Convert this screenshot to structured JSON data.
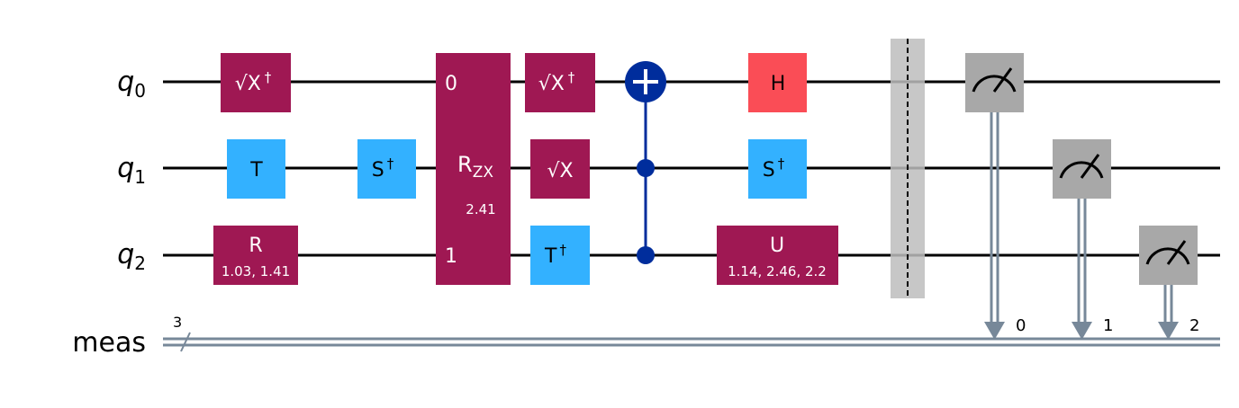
{
  "wires": {
    "q0": {
      "name": "q",
      "sub": "0"
    },
    "q1": {
      "name": "q",
      "sub": "1"
    },
    "q2": {
      "name": "q",
      "sub": "2"
    },
    "meas": {
      "name": "meas",
      "width": "3"
    }
  },
  "gates": {
    "sxdg_q0_a": {
      "label": "√X",
      "dagger": "†"
    },
    "t_q1": {
      "label": "T"
    },
    "r_q2": {
      "label": "R",
      "params": "1.03, 1.41"
    },
    "sdg_q1_a": {
      "label": "S",
      "dagger": "†"
    },
    "rzx": {
      "label": "R",
      "sub": "ZX",
      "param": "2.41",
      "port0": "0",
      "port1": "1"
    },
    "sxdg_q0_b": {
      "label": "√X",
      "dagger": "†"
    },
    "sx_q1": {
      "label": "√X"
    },
    "tdg_q2": {
      "label": "T",
      "dagger": "†"
    },
    "h_q0": {
      "label": "H"
    },
    "sdg_q1_b": {
      "label": "S",
      "dagger": "†"
    },
    "u_q2": {
      "label": "U",
      "params": "1.14, 2.46, 2.2"
    }
  },
  "measurements": {
    "m0": {
      "bit": "0"
    },
    "m1": {
      "bit": "1"
    },
    "m2": {
      "bit": "2"
    }
  },
  "colors": {
    "wire": "#000000",
    "classical": "#778899",
    "magenta_gate": "#9F1853",
    "blue_gate": "#33B1FF",
    "h_gate": "#FA4D56",
    "cx": "#002D9C",
    "measure": "#A8A8A8",
    "barrier": "#BDBDBD"
  }
}
